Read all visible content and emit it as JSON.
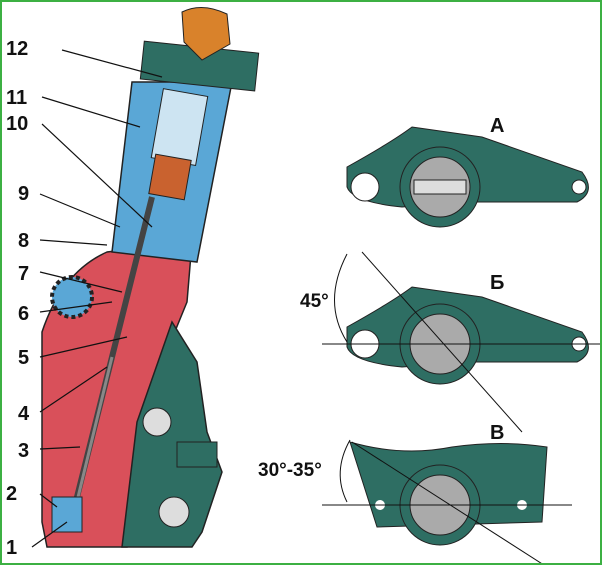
{
  "callouts": [
    "1",
    "2",
    "3",
    "4",
    "5",
    "6",
    "7",
    "8",
    "9",
    "10",
    "11",
    "12"
  ],
  "views": {
    "a": "А",
    "b": "Б",
    "v": "В"
  },
  "angles": {
    "b": "45°",
    "v": "30°-35°"
  },
  "colors": {
    "housing": "#2e6e63",
    "red": "#d9505a",
    "blue": "#5aa7d6",
    "key": "#d9822b",
    "border": "#3cb043"
  }
}
